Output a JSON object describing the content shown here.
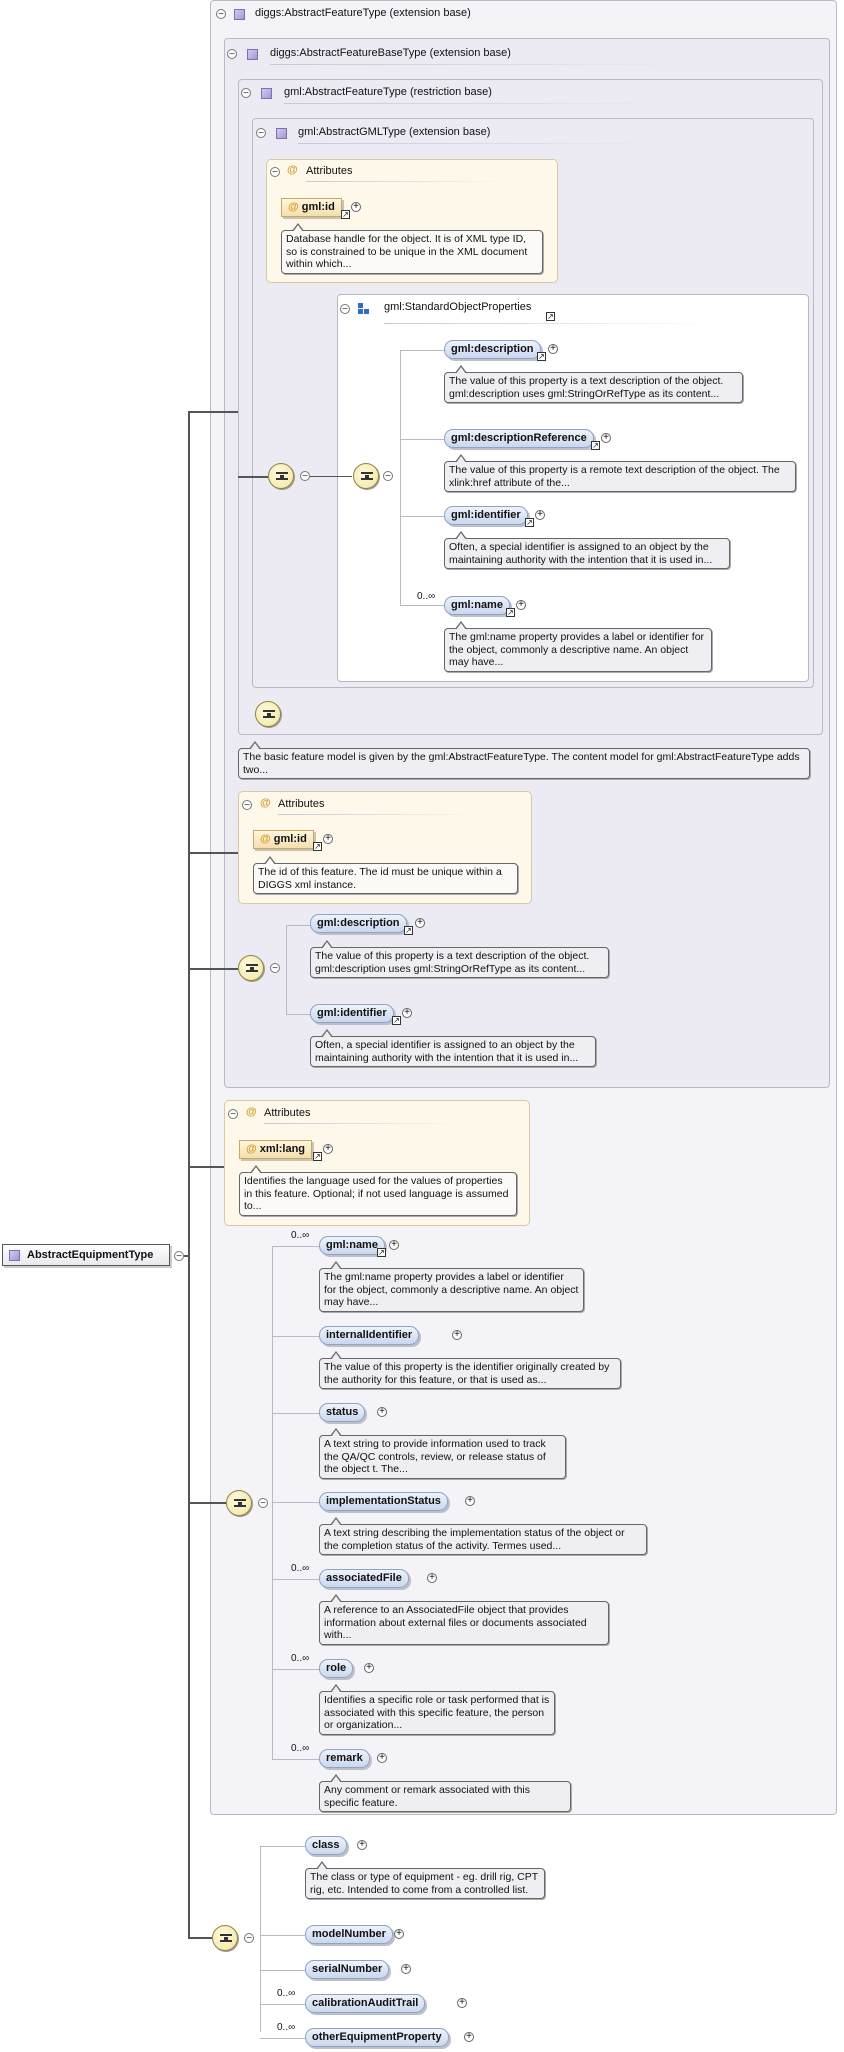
{
  "root": {
    "label": "AbstractEquipmentType"
  },
  "boxes": {
    "diggs_feature": "diggs:AbstractFeatureType (extension base)",
    "diggs_base": "diggs:AbstractFeatureBaseType (extension base)",
    "gml_feature": "gml:AbstractFeatureType (restriction base)",
    "gml_gml": "gml:AbstractGMLType (extension base)",
    "std_props": "gml:StandardObjectProperties"
  },
  "attributes_label": "Attributes",
  "gml_attr": {
    "name": "gml:id",
    "doc": "Database handle for the object. It is of XML type ID, so is constrained to be unique in the XML document within which..."
  },
  "std_elements": [
    {
      "name": "gml:description",
      "doc": "The value of this property is a text description of the object. gml:description uses gml:StringOrRefType as its content...",
      "card": ""
    },
    {
      "name": "gml:descriptionReference",
      "doc": "The value of this property is a remote text description of the object. The xlink:href attribute of the...",
      "card": ""
    },
    {
      "name": "gml:identifier",
      "doc": "Often, a special identifier is assigned to an object by the maintaining authority with the intention that it is used in...",
      "card": ""
    },
    {
      "name": "gml:name",
      "doc": "The gml:name property provides a label or identifier for the object, commonly a descriptive name. An object may have...",
      "card": "0..∞"
    }
  ],
  "feature_doc": "The basic feature model is given by the gml:AbstractFeatureType. The content model for gml:AbstractFeatureType adds two...",
  "base_attr": {
    "name": "gml:id",
    "doc": "The id of this feature. The id must be unique within a DIGGS xml instance."
  },
  "base_elements": [
    {
      "name": "gml:description",
      "doc": "The value of this property is a text description of the object. gml:description uses gml:StringOrRefType as its content..."
    },
    {
      "name": "gml:identifier",
      "doc": "Often, a special identifier is assigned to an object by the maintaining authority with the intention that it is used in..."
    }
  ],
  "lang_attr": {
    "name": "xml:lang",
    "doc": "Identifies the language used for the values of properties in this feature. Optional; if not used language is assumed to..."
  },
  "diggs_elements": [
    {
      "name": "gml:name",
      "card": "0..∞",
      "doc": "The gml:name property provides a label or identifier for the object, commonly a descriptive name. An object may have..."
    },
    {
      "name": "internalIdentifier",
      "card": "",
      "doc": "The value of this property is the identifier originally created by the authority for this feature, or that is used as..."
    },
    {
      "name": "status",
      "card": "",
      "doc": "A text string to provide information used to track the QA/QC controls, review, or release status of the object t. The..."
    },
    {
      "name": "implementationStatus",
      "card": "",
      "doc": "A text string describing the implementation status of the object or the completion status of the activity. Termes used..."
    },
    {
      "name": "associatedFile",
      "card": "0..∞",
      "doc": "A reference to an AssociatedFile object that provides information about external files or documents associated with..."
    },
    {
      "name": "role",
      "card": "0..∞",
      "doc": "Identifies a specific role or task performed that is associated with this specific feature, the person or organization..."
    },
    {
      "name": "remark",
      "card": "0..∞",
      "doc": "Any comment or remark associated with this specific feature."
    }
  ],
  "equip_elements": [
    {
      "name": "class",
      "card": "",
      "doc": "The class or type of equipment - eg. drill rig, CPT rig, etc. Intended to come from a controlled list."
    },
    {
      "name": "modelNumber",
      "card": ""
    },
    {
      "name": "serialNumber",
      "card": ""
    },
    {
      "name": "calibrationAuditTrail",
      "card": "0..∞"
    },
    {
      "name": "otherEquipmentProperty",
      "card": "0..∞"
    }
  ]
}
